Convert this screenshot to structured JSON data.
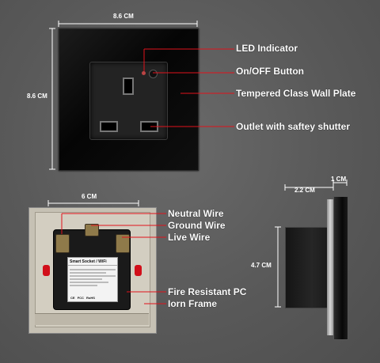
{
  "dimensions": {
    "front_width": "8.6 CM",
    "front_height": "8.6 CM",
    "back_width": "6 CM",
    "side_depth_total": "2.2 CM",
    "side_plate_thickness": "1 CM",
    "side_height": "4.7 CM"
  },
  "front_callouts": [
    {
      "label": "LED Indicator"
    },
    {
      "label": "On/OFF Button"
    },
    {
      "label": "Tempered Class Wall Plate"
    },
    {
      "label": "Outlet with saftey shutter"
    }
  ],
  "back_callouts": [
    {
      "label": "Neutral Wire"
    },
    {
      "label": "Ground Wire"
    },
    {
      "label": "Live Wire"
    },
    {
      "label": "Fire Resistant PC"
    },
    {
      "label": "Iorn Frame"
    }
  ],
  "module_label": {
    "title": "Smart Socket / WiFi",
    "certifications": [
      "CE",
      "FCC",
      "RoHS"
    ]
  },
  "colors": {
    "background": "#5d5d5d",
    "glass_plate": "#0b0b0b",
    "callout_line": "#e0121b",
    "dimension_line": "#ffffff",
    "frame": "#c9c4b8"
  }
}
